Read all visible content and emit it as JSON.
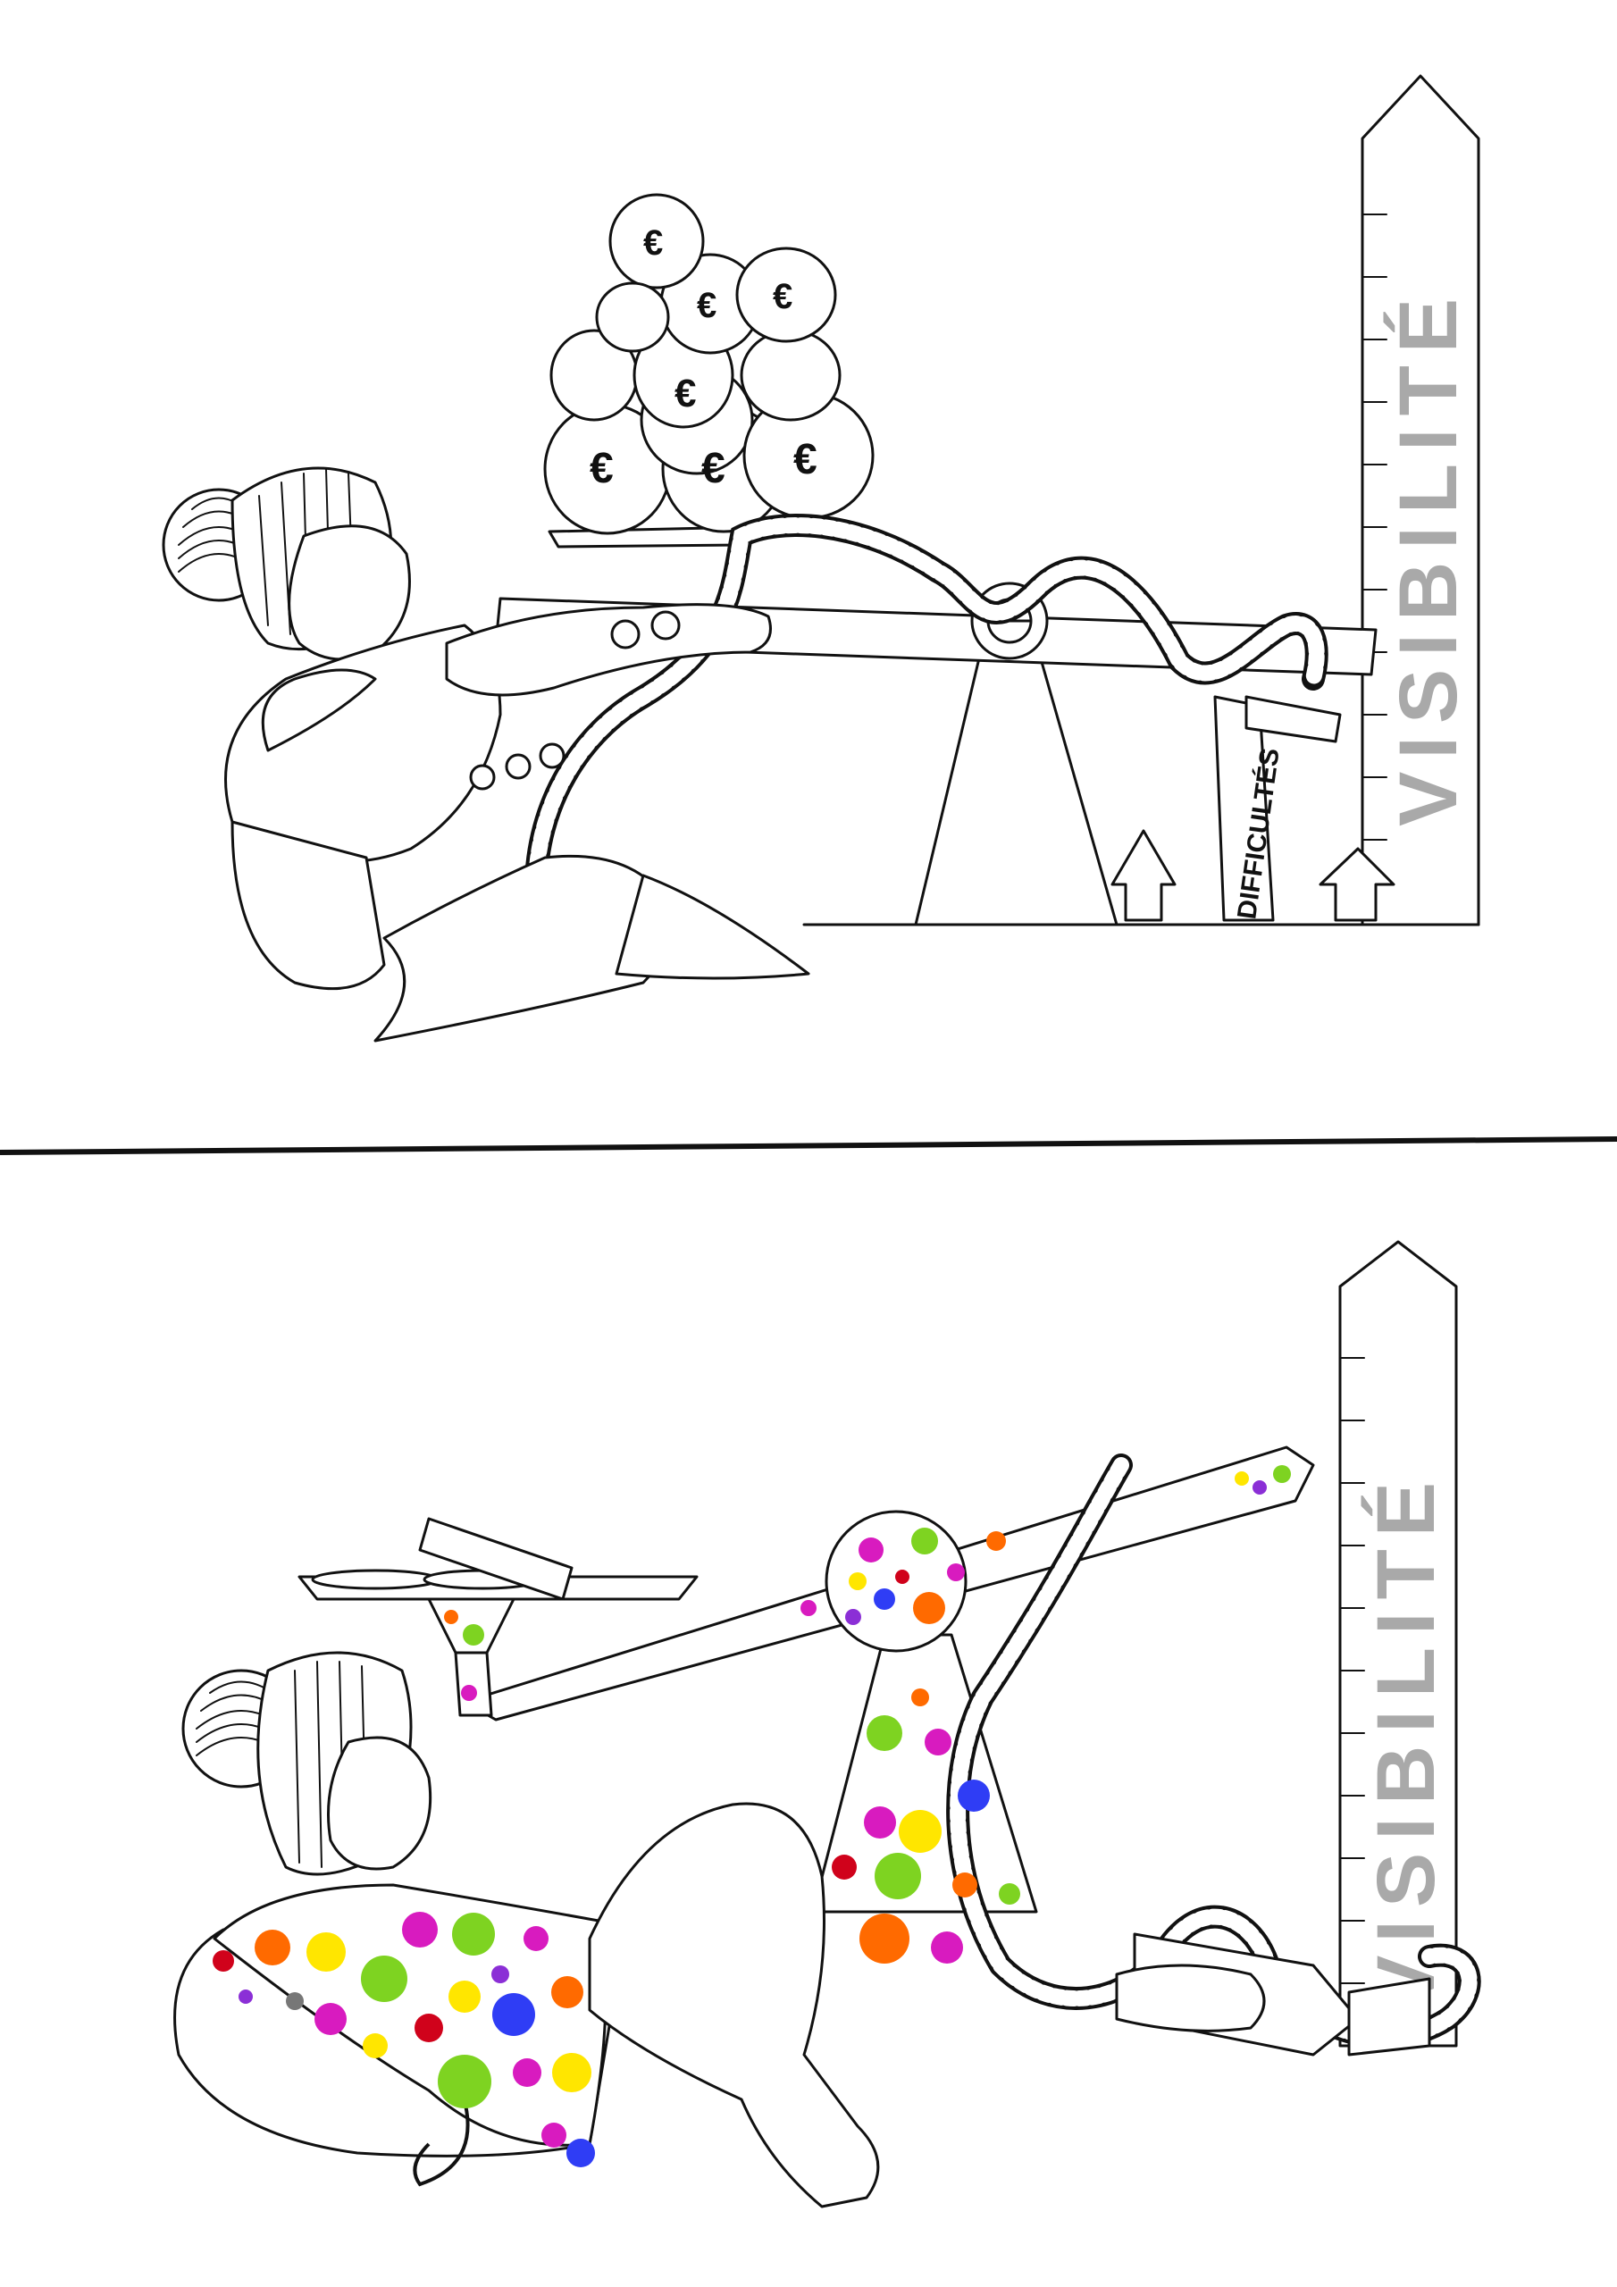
{
  "top_panel": {
    "scale_label": "VISIBILITÉ",
    "sign_label": "DIFFICULTÉS",
    "money_symbol": "€"
  },
  "bottom_panel": {
    "scale_label": "VISIBILITÉ"
  },
  "colors": {
    "ink": "#111111",
    "scale_text": "#a9a9a9",
    "dots": [
      "#ff6a00",
      "#ffe600",
      "#7ed321",
      "#d81bbf",
      "#2f3df5",
      "#d0021b",
      "#777777",
      "#8b2fd6"
    ]
  }
}
